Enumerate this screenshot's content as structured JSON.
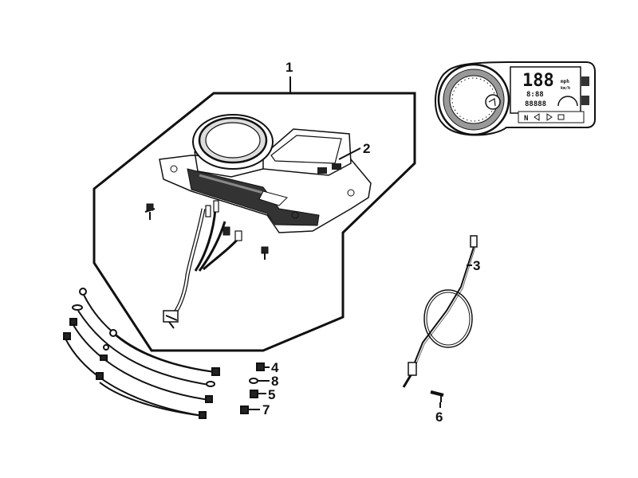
{
  "callouts": {
    "c1": "1",
    "c2": "2",
    "c3": "3",
    "c4": "4",
    "c5": "5",
    "c6": "6",
    "c7": "7",
    "c8": "8"
  },
  "meter_face": {
    "display_digits": "188",
    "unit_upper": "mph",
    "unit_lower": "km/h",
    "clock_readout": "8:88",
    "odometer_readout": "88888",
    "neutral_indicator": "N"
  },
  "colors": {
    "line": "#111111",
    "background": "#ffffff"
  }
}
